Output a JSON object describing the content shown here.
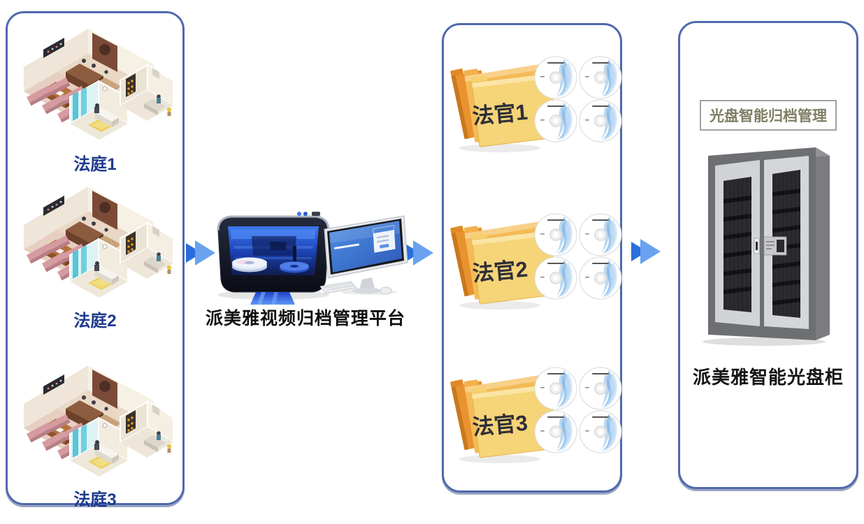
{
  "courtrooms": {
    "items": [
      {
        "label": "法庭1"
      },
      {
        "label": "法庭2"
      },
      {
        "label": "法庭3"
      }
    ]
  },
  "platform": {
    "label": "派美雅视频归档管理平台"
  },
  "judges": {
    "items": [
      {
        "label": "法官1"
      },
      {
        "label": "法官2"
      },
      {
        "label": "法官3"
      }
    ]
  },
  "cabinet": {
    "header": "光盘智能归档管理",
    "label": "派美雅智能光盘柜"
  },
  "icons": {
    "arrow": "double-arrow-icon",
    "courtroom": "courtroom-illustration",
    "folders": "folder-stack-icon",
    "disc": "cd-disc-icon",
    "publisher": "disc-publisher-icon",
    "monitor": "monitor-icon",
    "cabinet": "disc-cabinet-illustration"
  },
  "colors": {
    "panel_border": "#4e69ad",
    "arrow_dark": "#2a6ede",
    "arrow_light": "#6aa2ef",
    "courtroom_label": "#1e3a8e",
    "judge_label": "#2e2e36",
    "cabinet_header_text": "#7f7e65",
    "platform_label": "#101010",
    "cabinet_label": "#151515",
    "folder_front": "#f6d478",
    "folder_back": "#e89230"
  }
}
